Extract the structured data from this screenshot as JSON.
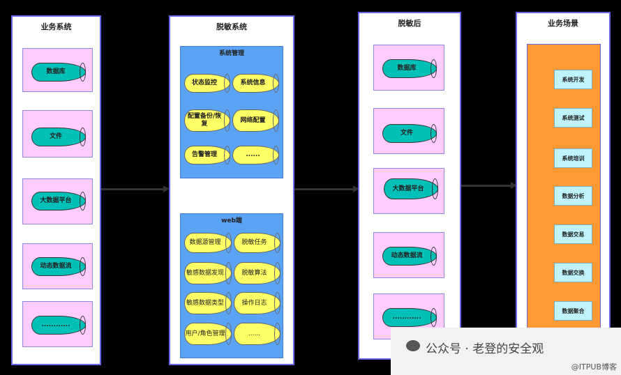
{
  "columns": {
    "business_system": {
      "title": "业务系统",
      "items": [
        "数据库",
        "文件",
        "大数据平台",
        "动态数据流",
        "............"
      ]
    },
    "desensitization_system": {
      "title": "脱敏系统",
      "system_mgmt": {
        "title": "系统管理",
        "items": [
          "状态监控",
          "系统信息",
          "配置备份/恢复",
          "网络配置",
          "告警管理",
          "......"
        ]
      },
      "web": {
        "title": "web端",
        "items": [
          "数据源管理",
          "脱敏任务",
          "敏感数据发现",
          "脱敏算法",
          "敏感数据类型",
          "操作日志",
          "用户/角色管理",
          "......"
        ]
      }
    },
    "after_desensitization": {
      "title": "脱敏后",
      "items": [
        "数据库",
        "文件",
        "大数据平台",
        "动态数据流",
        "............"
      ]
    },
    "business_scenarios": {
      "title": "业务场景",
      "items": [
        "系统开发",
        "系统测试",
        "系统培训",
        "数据分析",
        "数据交易",
        "数据交换",
        "数据聚合"
      ]
    }
  },
  "watermark": {
    "text": "公众号 · 老登的安全观",
    "sub": "@ITPUB博客"
  },
  "colors": {
    "column_border": "#6666e6",
    "pink_box": "#ffccff",
    "teal_cylinder": "#00c0b8",
    "yellow_cylinder": "#ffff66",
    "blue_panel": "#5ba3f5",
    "orange_panel": "#ff9933",
    "scene_item": "#bff4ff"
  }
}
